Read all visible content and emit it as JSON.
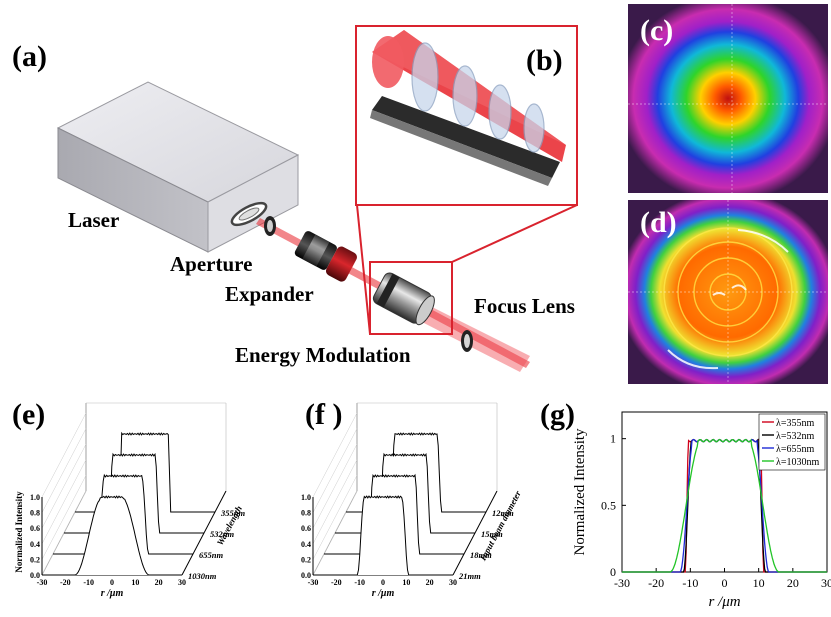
{
  "figure": {
    "panels": {
      "a": "(a)",
      "b": "(b)",
      "c": "(c)",
      "d": "(d)",
      "e": "(e)",
      "f": "(f )",
      "g": "(g)"
    },
    "setup_labels": {
      "laser": "Laser",
      "aperture": "Aperture",
      "expander": "Expander",
      "focus_lens": "Focus Lens",
      "energy_modulation": "Energy Modulation"
    }
  },
  "colors": {
    "beam": "#e8232a",
    "inset_border": "#d9232e",
    "profile_bg": "#3a1a4a"
  },
  "chart_data": [
    {
      "id": "e",
      "type": "line",
      "style": "waterfall-3d",
      "xlabel": "r /μm",
      "ylabel": "Normalized Intensity",
      "depth_label": "Wavelength",
      "x_ticks": [
        "-30",
        "-20",
        "-10",
        "0",
        "10",
        "20",
        "30"
      ],
      "y_ticks": [
        "0.0",
        "0.2",
        "0.4",
        "0.6",
        "0.8",
        "1.0"
      ],
      "xlim": [
        -30,
        30
      ],
      "ylim": [
        0,
        1.0
      ],
      "series": [
        {
          "name": "1030nm",
          "flat_halfwidth": 4,
          "edge_halfwidth": 16
        },
        {
          "name": "655nm",
          "flat_halfwidth": 8,
          "edge_halfwidth": 11
        },
        {
          "name": "532nm",
          "flat_halfwidth": 9,
          "edge_halfwidth": 11
        },
        {
          "name": "355nm",
          "flat_halfwidth": 10,
          "edge_halfwidth": 11
        }
      ]
    },
    {
      "id": "f",
      "type": "line",
      "style": "waterfall-3d",
      "xlabel": "r /μm",
      "ylabel": "Normalized Intensity",
      "depth_label": "Input beam diameter",
      "x_ticks": [
        "-30",
        "-20",
        "-10",
        "0",
        "10",
        "20",
        "30"
      ],
      "y_ticks": [
        "0.0",
        "0.2",
        "0.4",
        "0.6",
        "0.8",
        "1.0"
      ],
      "xlim": [
        -30,
        30
      ],
      "ylim": [
        0,
        1.0
      ],
      "series": [
        {
          "name": "21mm",
          "flat_halfwidth": 8,
          "edge_halfwidth": 11
        },
        {
          "name": "18mm",
          "flat_halfwidth": 9,
          "edge_halfwidth": 11
        },
        {
          "name": "15mm",
          "flat_halfwidth": 9,
          "edge_halfwidth": 11
        },
        {
          "name": "12mm",
          "flat_halfwidth": 9,
          "edge_halfwidth": 11
        }
      ]
    },
    {
      "id": "g",
      "type": "line",
      "xlabel": "r /μm",
      "ylabel": "Normalized Intensity",
      "x_ticks": [
        "-30",
        "-20",
        "-10",
        "0",
        "10",
        "20",
        "30"
      ],
      "y_ticks": [
        "0",
        "0.5",
        "1"
      ],
      "xlim": [
        -30,
        30
      ],
      "ylim": [
        0,
        1.2
      ],
      "legend": "top-right",
      "series": [
        {
          "name": "λ=355nm",
          "color": "#d0021b",
          "flat_halfwidth": 10.5,
          "edge_halfwidth": 11.5
        },
        {
          "name": "λ=532nm",
          "color": "#000000",
          "flat_halfwidth": 9.5,
          "edge_halfwidth": 12
        },
        {
          "name": "λ=655nm",
          "color": "#1f2bd6",
          "flat_halfwidth": 9,
          "edge_halfwidth": 13
        },
        {
          "name": "λ=1030nm",
          "color": "#22c427",
          "flat_halfwidth": 6.5,
          "edge_halfwidth": 16
        }
      ]
    }
  ]
}
